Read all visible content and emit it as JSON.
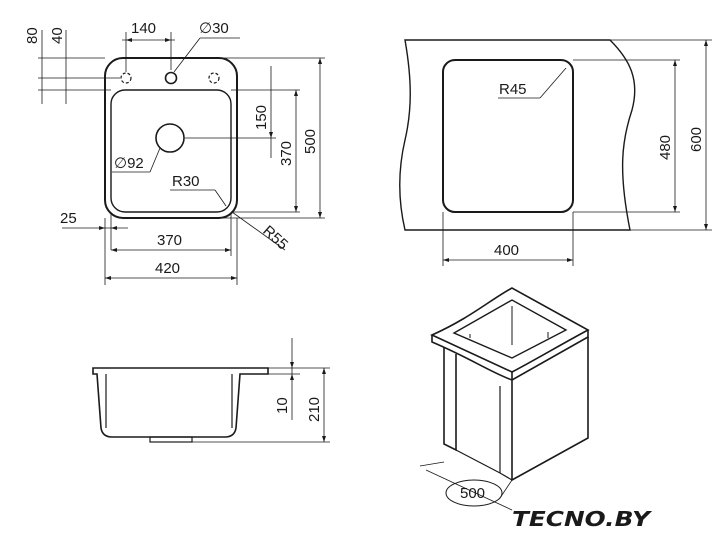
{
  "top_view": {
    "dim_80": "80",
    "dim_40": "40",
    "dim_140": "140",
    "dim_d30": "∅30",
    "dim_150": "150",
    "dim_370_v": "370",
    "dim_500": "500",
    "dim_d92": "∅92",
    "dim_r30": "R30",
    "dim_r55": "R55",
    "dim_25": "25",
    "dim_370_h": "370",
    "dim_420": "420"
  },
  "cutout_view": {
    "dim_r45": "R45",
    "dim_480": "480",
    "dim_600": "600",
    "dim_400": "400"
  },
  "side_view": {
    "dim_10": "10",
    "dim_210": "210"
  },
  "cabinet_view": {
    "dim_500": "500"
  },
  "logo": "TECNO.BY"
}
